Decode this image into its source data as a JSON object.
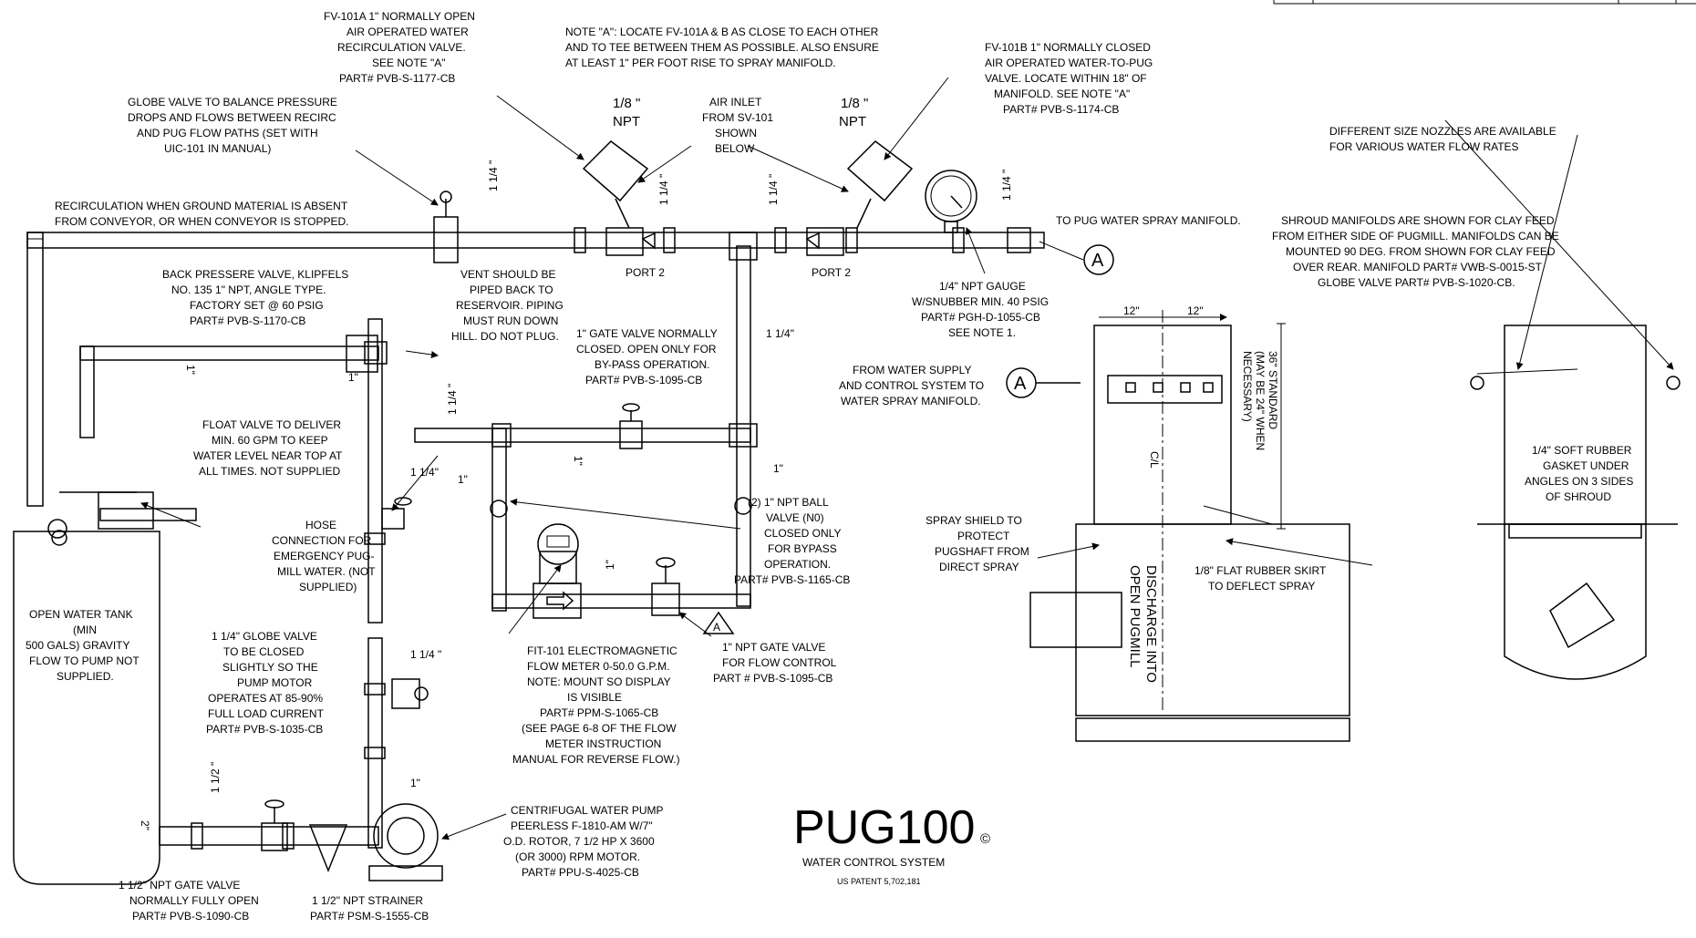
{
  "title_block": {
    "title": "PUG100",
    "copyright": "©",
    "subtitle": "WATER CONTROL SYSTEM",
    "patent": "US PATENT 5,702,181"
  },
  "callouts": {
    "fv101a": [
      "FV-101A 1\" NORMALLY OPEN",
      "AIR OPERATED WATER",
      "RECIRCULATION VALVE.",
      "SEE NOTE \"A\"",
      "PART# PVB-S-1177-CB"
    ],
    "note_a": [
      "NOTE \"A\": LOCATE FV-101A & B AS CLOSE TO EACH OTHER",
      "AND TO TEE BETWEEN THEM AS POSSIBLE.  ALSO ENSURE",
      "AT LEAST 1\" PER FOOT RISE TO SPRAY MANIFOLD."
    ],
    "fv101b": [
      "FV-101B 1\" NORMALLY CLOSED",
      "AIR OPERATED WATER-TO-PUG",
      "VALVE.  LOCATE WITHIN 18\" OF",
      "MANIFOLD.  SEE NOTE \"A\"",
      "PART# PVB-S-1174-CB"
    ],
    "globe_balance": [
      "GLOBE VALVE TO BALANCE PRESSURE",
      "DROPS AND FLOWS BETWEEN RECIRC",
      "AND PUG FLOW PATHS (SET WITH",
      "UIC-101 IN MANUAL)"
    ],
    "npt_left": [
      "1/8 \"",
      "NPT"
    ],
    "npt_right": [
      "1/8 \"",
      "NPT"
    ],
    "air_inlet": [
      "AIR INLET",
      "FROM SV-101",
      "SHOWN",
      "BELOW"
    ],
    "recirc": [
      "RECIRCULATION WHEN GROUND MATERIAL IS ABSENT",
      "FROM CONVEYOR, OR WHEN CONVEYOR IS STOPPED."
    ],
    "to_pug": "TO PUG WATER SPRAY MANIFOLD.",
    "port2_left": "PORT 2",
    "port2_right": "PORT 2",
    "gauge": [
      "1/4\" NPT GAUGE",
      "W/SNUBBER MIN. 40 PSIG",
      "PART# PGH-D-1055-CB",
      "SEE NOTE 1."
    ],
    "back_pressure": [
      "BACK PRESSERE VALVE, KLIPFELS",
      "NO. 135 1\" NPT, ANGLE TYPE.",
      "FACTORY SET @ 60 PSIG",
      "PART# PVB-S-1170-CB"
    ],
    "vent": [
      "VENT SHOULD BE",
      "PIPED BACK TO",
      "RESERVOIR.  PIPING",
      "MUST RUN DOWN",
      "HILL.  DO NOT PLUG."
    ],
    "gate_bypass": [
      "1\" GATE VALVE NORMALLY",
      "CLOSED.  OPEN ONLY FOR",
      "BY-PASS OPERATION.",
      "PART# PVB-S-1095-CB"
    ],
    "from_supply": [
      "FROM WATER SUPPLY",
      "AND CONTROL SYSTEM TO",
      "WATER SPRAY MANIFOLD."
    ],
    "float_valve": [
      "FLOAT VALVE TO DELIVER",
      "MIN. 60 GPM TO KEEP",
      "WATER LEVEL NEAR TOP AT",
      "ALL TIMES. NOT SUPPLIED"
    ],
    "hose": [
      "HOSE",
      "CONNECTION FOR",
      "EMERGENCY PUG-",
      "MILL WATER. (NOT",
      "SUPPLIED)"
    ],
    "ball_valve": [
      "(2) 1\" NPT BALL",
      "VALVE (N0)",
      "CLOSED ONLY",
      "FOR BYPASS",
      "OPERATION.",
      "PART# PVB-S-1165-CB"
    ],
    "tank": [
      "OPEN WATER TANK",
      "(MIN",
      "500 GALS) GRAVITY",
      "FLOW TO PUMP NOT",
      "SUPPLIED."
    ],
    "globe_motor": [
      "1 1/4\" GLOBE VALVE",
      "TO BE CLOSED",
      "SLIGHTLY SO THE",
      "PUMP MOTOR",
      "OPERATES AT 85-90%",
      "FULL LOAD CURRENT",
      "PART# PVB-S-1035-CB"
    ],
    "flow_meter": [
      "FIT-101 ELECTROMAGNETIC",
      "FLOW METER 0-50.0 G.P.M.",
      "NOTE: MOUNT SO DISPLAY",
      "IS VISIBLE",
      "PART# PPM-S-1065-CB",
      "(SEE PAGE 6-8 OF THE FLOW",
      "METER INSTRUCTION",
      "MANUAL FOR REVERSE FLOW.)"
    ],
    "gate_flow": [
      "1\" NPT GATE VALVE",
      "FOR FLOW CONTROL",
      "PART # PVB-S-1095-CB"
    ],
    "pump": [
      "CENTRIFUGAL WATER PUMP",
      "PEERLESS F-1810-AM  W/7\"",
      "O.D. ROTOR, 7 1/2 HP X 3600",
      "(OR 3000) RPM MOTOR.",
      "PART# PPU-S-4025-CB"
    ],
    "gate_tank": [
      "1 1/2\" NPT GATE VALVE",
      "NORMALLY FULLY OPEN",
      "PART# PVB-S-1090-CB"
    ],
    "strainer": [
      "1 1/2\" NPT STRAINER",
      "PART# PSM-S-1555-CB"
    ],
    "nozzles": [
      "DIFFERENT SIZE NOZZLES ARE AVAILABLE",
      "FOR VARIOUS WATER FLOW RATES"
    ],
    "shroud": [
      "SHROUD MANIFOLDS ARE SHOWN FOR CLAY FEED",
      "FROM EITHER SIDE OF PUGMILL.  MANIFOLDS CAN BE",
      "MOUNTED 90 DEG. FROM SHOWN FOR CLAY FEED",
      "OVER REAR.  MANIFOLD PART# VWB-S-0015-ST",
      "GLOBE VALVE PART# PVB-S-1020-CB."
    ],
    "spray_shield": [
      "SPRAY SHIELD TO",
      "PROTECT",
      "PUGSHAFT FROM",
      "DIRECT SPRAY"
    ],
    "skirt": [
      "1/8\" FLAT RUBBER SKIRT",
      "TO DEFLECT SPRAY"
    ],
    "gasket": [
      "1/4\" SOFT RUBBER",
      "GASKET UNDER",
      "ANGLES ON 3 SIDES",
      "OF SHROUD"
    ],
    "discharge": [
      "DISCHARGE INTO",
      "OPEN PUGMILL"
    ],
    "standard": [
      "36\" STANDARD",
      "(MAY BE 24\" WHEN",
      "NECESSARY)"
    ],
    "cl": "C/L",
    "twelve_left": "12\"",
    "twelve_right": "12\""
  },
  "pipe_sizes": {
    "a": "1 1/4 \"",
    "b": "1 1/4 \"",
    "c": "1 1/4 \"",
    "d": "1 1/4 \"",
    "e": "1 1/4 \"",
    "f": "1 1/4\"",
    "g": "1 1/4\"",
    "h": "1 1/4 \"",
    "i": "1 1/2 \"",
    "j": "1\"",
    "k": "1\"",
    "l": "1\"",
    "m": "1\"",
    "n": "1\"",
    "o": "2\"",
    "p": "1\"",
    "q": "1\""
  },
  "markers": {
    "a1": "A",
    "a2": "A",
    "delta": "A"
  }
}
